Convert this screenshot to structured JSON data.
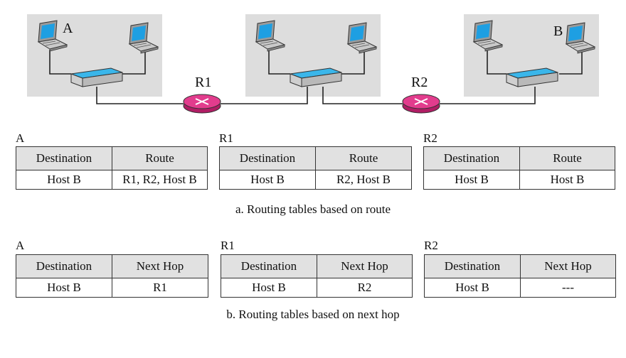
{
  "network": {
    "lan_a_label": "A",
    "lan_b_label": "B",
    "router1_label": "R1",
    "router2_label": "R2",
    "colors": {
      "lan_background": "#dddddd",
      "router": "#e23c8d",
      "switch_top": "#3ab6ea",
      "screen": "#1e9fe2"
    }
  },
  "route_tables": {
    "caption": "a. Routing tables based on route",
    "tables": [
      {
        "title": "A",
        "col1": "Destination",
        "col2": "Route",
        "dest": "Host B",
        "value": "R1, R2, Host B"
      },
      {
        "title": "R1",
        "col1": "Destination",
        "col2": "Route",
        "dest": "Host B",
        "value": "R2, Host B"
      },
      {
        "title": "R2",
        "col1": "Destination",
        "col2": "Route",
        "dest": "Host B",
        "value": "Host B"
      }
    ]
  },
  "nexthop_tables": {
    "caption": "b. Routing tables based on next hop",
    "tables": [
      {
        "title": "A",
        "col1": "Destination",
        "col2": "Next Hop",
        "dest": "Host B",
        "value": "R1"
      },
      {
        "title": "R1",
        "col1": "Destination",
        "col2": "Next Hop",
        "dest": "Host B",
        "value": "R2"
      },
      {
        "title": "R2",
        "col1": "Destination",
        "col2": "Next Hop",
        "dest": "Host B",
        "value": "---"
      }
    ]
  }
}
